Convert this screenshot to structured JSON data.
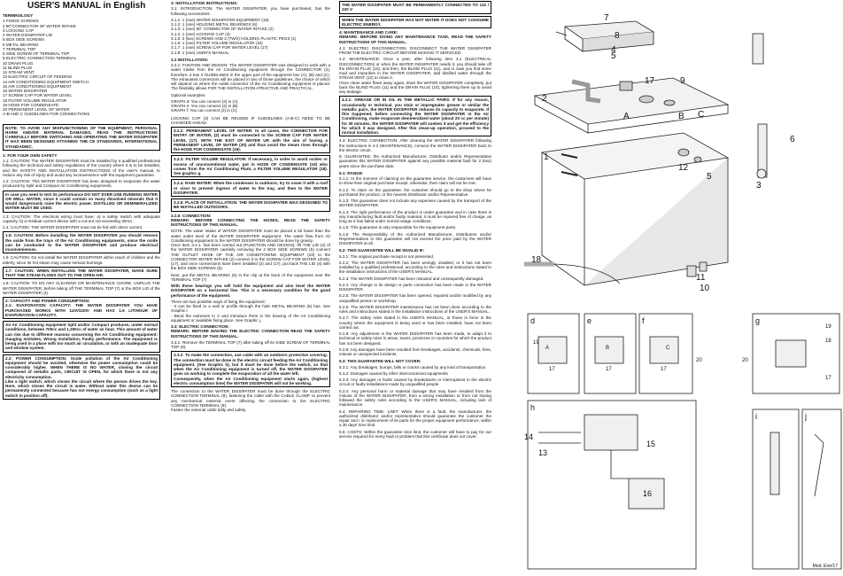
{
  "col1": {
    "title": "USER'S MANUAL in English",
    "terminology_heading": "TERMINOLOGY",
    "terms": [
      "1 FIXING SCREWS",
      "2 90°CONNECTOR OF WATER INTAKE",
      "3 LOCKING CAP",
      "4 WATER DISSIPATER LID",
      "5 BOX SIDE SCREWS",
      "6 METAL BEARING",
      "7 TERMINAL TOP",
      "8 SIDE SCREW OF TERMINAL TOP",
      "9 ELECTRIC CONNECTION TERMINAL",
      "10 DRAIN PLUG",
      "11 BLIND PLUG",
      "12 STEAM VENT",
      "13 ELECTRIC CIRCUIT OF FEEDING",
      "14 AIR CONDITIONING EQUIPMENT SWITCH",
      "15 AIR CONDITIONING EQUIPMENT",
      "16 WATER DISSIPATER",
      "17 SCREW CAP FOR WATER LEVEL",
      "18 FILTER VOLUME REGULATOR",
      "19 HOSE FOR CONDENSATE",
      "20 PERMANENT LEVEL OF WATER",
      "A-B AND C  GUIDELINES FOR CONNECTIONS"
    ],
    "notice": "NOTE: TO AVOID ANY MISFUNCTIONING OF THE EQUIPMENT, PERSONAL HARM AND/OR MATERIAL DAMAGES, READ THE INSTRUCTIONS CAREFULLY BEFORE SWITCHING AND OPERATING THE WATER DISSIPATER IT HAS BEEN DESIGNED ATTAINING THE CE STANDARDS, INTERNATIONAL STANDADIEC.",
    "safety_heading": "1: FOR YOUR OWN SAFETY",
    "s11": "1.1: CAUTION: The WATER DISSIPATER must be installed by a qualified professional following the technical and safety regulations of the country where it is to be installed, and the SAFETY AND INSTALLATION INSTRUCTIONS of the user's manual, to reduce any risk of injury and avoid any inconvenience with the equipment guarantee.",
    "s12": "1.2: CAUTION: This WATER DISSIPATER has been designed to evaporate the water produced by Split and Compact Air Conditioning equipments.",
    "box1": "In case you need to test its performance DO NOT EVER USE RUNNING WATER OR WELL WATER, since it could contain so many dissolved minerals that it would dangerously raise the electric power. DISTILLED OR DEMINERALIZED WATER MUST BE USED.",
    "s13": "1.3: CAUTION: The electrical wiring must have: a) a safety switch with adequate capacity, b) a residual current device with a cut-out not exceeding 30mA.",
    "s14": "1.4: CAUTION: THE WATER DISSIPATER must not be fed with direct current",
    "box15": "1.5: CAUTION: Before installing the WATER DISSIPATER you should remove the oxide from the trays of the Air Conditioning equipments, since the oxide can be conducted to the WATER DISSIPATER and produce electrical inconveniences.",
    "s16": "1.6: CAUTION: Do not install the WATER DISSIPATER within reach of children and the elderly, since its hot steam may cause serious burnings.",
    "box17": "1.7: CAUTION: WHEN INSTALLING THE WATER DISSIPATER, MAKE SURE THAT THE STEAM FLOWS OUT TO THE OPEN AIR.",
    "s18": "1.8: CAUTION: TO DO ANY CLEANING OR MAINTENANCE CHORE, UNPLUG THE WATER DISSIPATER, before taking off THE TERMINAL TOP (7) or the BOX LID of the WATER DISSIPATER (4).",
    "box2": "2: CAPACITY AND POWER CONSUMPTION:\n2.1: EVAPORATION CAPACITY: THE WATER DISSIPATER YOU HAVE PURCHASED WORKS WITH 110V/220V AND HAS 1.5 LIT/HOUR OF EVAPORATION CAPACITY.",
    "box21": "An Air Conditioning equipment Split and/or Compact produces, under normal conditions, between 700cc and 1,200cc of water an hour. This amount of water can rise due to different reasons concerning the Air Conditioning equipment: Gauging mistakes, Wrong installation, Faulty performance. The equipment is being used in a place with too much air circulation, or with an inadequate door and window system.",
    "box22": "2.2: POWER CONSUMPTION: Oxide pollution of the Air Conditioning equipment should be avoided; otherwise the power consumption could be considerably higher. WHEN THERE IS NO WATER, closing the circuit composed of metallic parts, CIRCUIT IS OPEN, for which there is not any electricity consumption.\nLike a light switch, which closes the circuit where the person drives the key. Here, which closes the circuit is water. Without water this device can be permanently connected because has not energy consumption (such as a light switch in position off)."
  },
  "col2": {
    "h3": "3: INSTALLATION INSTRUCTIONS:",
    "s31": "3.1: INTRODUCTION: The WATER DISSIPATER, you have purchased, has the following accessories:",
    "acc": [
      "3.1.1:   1 (one) WATER DISSIPATER EQUIPMENT (16)",
      "3.1.2:   1 (one) HOLDING METAL BEARINGS (6)",
      "3.1.3:   1 (one) 90° CONNECTOR OF WATER INTAKE (2)",
      "3.1.4:   1 (one) LOCKING CAP (3)",
      "3.1.5:   2 (two) SCREWS AND 2 (TWO) HOLDING PLASTIC PEGS (1)",
      "3.1.6:   1 (one) FILTER VOLUME REGULATOR (18)",
      "3.1.7:   1 (one) SCREW CAP FOR WATER LEVEL (17)",
      "3.1.8:   1 (one) USER'S MANUAL"
    ],
    "h32": "3.2 INSTALLATION:",
    "s321": "3.2.1: FUNTION AND DESIGN: The WATER DISSIPATER was designed to work with a water intake from the Air Conditioning equipment through the CONNECTOR (2), therefore, it has 3 GUIDELINES in the upper part of the equipment box (A), (B) and (C). The exhausted connectors will be placed in two of those guidelines, the choice of which will depend on where the outlet connector of the Air Conditioning equipment is placed. The flexibility allows FOR THE INSTALLATION ATRACTIVE AND PRACTICAL.",
    "opt": "Optional examples:",
    "graphs": [
      "GRAPH d: You can connect (2) in (A)",
      "GRAPH e: You can connect (2) in (B)",
      "GRAPH f: You can connect (2) in (C)"
    ],
    "lock": "LOCKING CAP (3) CAN BE REUSED IF GUIDELINES (A-B-C) NEED TO BE CHANGED AHEAD.",
    "box322": "3.2.2: PERMANENT LEVEL OF WATER: In all cases, the CONNECTOR FOR ENTRY OF WATER, (2) must be connected to the SCREW CAP FOR WATER LEVEL (17), WITH THE EXIT OF WATER UP, with the aim of having a PERMANENT LEVEL OF WATER (20) and thus avoid the steam rises through the HOSE FOR CONDENSATE (19).",
    "box323": "3.2.3: FILTER VOLUME REGULATOR: If necessary, in order to avoid oxides or excess of unconventional water, put in HOSE OF CONDENSATE (19) who comes from the Air Conditioning Plant, a FILTER VOLUME REGULATOR (18). See graphic g.",
    "box324": "3.2.4: RAIN WATER: When the condenser is outdoors, try to cover it with a roof or visor to prevent ingress of water to the tray, and then to the WATER DISSIPATER.",
    "box325": "3.2.5: PLACE OF INSTALLATION: THE WATER DISSIPATER WAS DESIGNED TO BE INSTALLED OUTDOORS.",
    "s326": "3.2.6: CONNECTION:\nREMARK: BEFORE CONNECTING THE HOSES, READ THE SAFETY INSTRUCTIONS OF THIS MANUAL.",
    "note": "NOTE: The water intake of WATER DISSIPATER must be placed a bit lower than the water outlet level of the WATER DISSIPATER equipment. The water flow from Air Conditioning equipment to the WATER DISSIPATER should be done by gravity.\nOnce item 3.2.1. has been carried out (FUNCTION AND DESIGN), lift THE LID (4) of the WATER DISSIPATER carefully removing the 2 BOX SIDE SCREWS (5) connect THE OUTLET HOSE OF THE AIR CONDITIONING EQUIPMENT (19) to the CONNECTOR WATER INTAKE (2) connect it to the SCREW CAP FOR WATER LEVEL (17), and once connections have been installed (2) and (17), put back THE LID (4) with the BOX SIDE SCREWS (5).",
    "next": "Next, put the METAL BEARING (6) in the clip at the back of the equipment over the TERMINAL TOP (7)",
    "bold_hold": "With these bearings you will hold the equipment and also level the WATER DISSIPATER on a horizontal line. This is a necessary condition for the good performance of the equipment.",
    "two": "There are two possible ways of fixing the equipment:\n- It can be fixed to a wall or profile through the hole METAL BEARING (6) has. See Graphic i.\n- Bend the extremes in V and introduce them in the bearing of the Air Conditioning equipment or available fixing place. See Graphic j.",
    "s33": "3.3: ELECTRIC CONNECTION:\nREMARK: BEFORE MAKING THE ELECTRIC CONNECTION READ THE SAFETY INSTRUCTIONS OF THIS MANUAL.",
    "s331": "3.3.1: Remove the TERMINAL TOP (7) after taking off its SIDE SCREW OF TERMINAL TOP (8).",
    "box332": "3.3.2: To make the connection, use cable with an outdoors protective covering. The connection must be done in the electric circuit feeding the Air Conditioning equipment. (See Graphic h), but it must be done before the switch, so that when the Air Conditioning equipment is turned off, the WATER DISSIPATER goes on working to complete the evaporation of all the water left.\nConsequently, when the Air Conditioning equipment starts again, (highest electric consumption time) the WATER DISSIPATER will not be working.",
    "end": "The connection to the WATER DISSIPATER must be done through the ELECTRIC CONNECTION TERMINAL (9), fastening the cable with the CABLE CLAMP, to prevent any mechanical external event affecting the connection to the ELECTRIC CONNECTION TERMINAL (9).\nFasten the external cable tidily and safely."
  },
  "col3": {
    "box_perm": "THE WATER DISSIPATER MUST BE PERMANENTLY CONNECTED TO 110 / 220 V",
    "box_when": "WHEN THE WATER DISSIPATER HAS NOT WATER IT DOES NOT CONSUME ELECTRIC ENERGY.",
    "h4": "4: MAINTENANCE AND CARE:\nREMARK: BEFORE DOING ANY MAINTENANCE TASK, READ THE SAFETY INSTRUCTIONS OF THIS MANUAL.",
    "s41": "4.1: ELECTRIC DISCONNECTION: DISCONNECT THE WATER DISSIPATER FROM THE ELECTRIC CIRCUIT BEFORE MAKING IT SERVICED.",
    "s42": "4.2: MAINTENANCE: Once a year, after following item 4.1 (ELECTRICAL DISCONNECTION) or when the WATER DISSIPATER needs it, you should take off the DRAIN PLUG (10), and then, the BLIND PLUG (11), and in case you find some mud and impurities in the WATER DISSIPATER, add distilled water through the STEAM VENT (12) to clean it.\nOnce clean water flows away again, drain the WATER DISSIPATER completely, put back the BLIND PLUG (11) and the DRAIN PLUG (10), tightening them up to avoid any leakage.",
    "box421": "4.2.1: GREASE OR IN OIL IN THE METALLIC PAIRS: If for any reason, occasionally or technical, you stain or impregnates grease or similar the metallic pairs, the WATER DISSIPATER reduces its capacity to evaporate. If this happened, before connecting the WATER DISSIPATER in the Air Conditioning, make evaporate demineralized water (about 20 cc per minute) for 30 minutes, the WATER DISSIPATER will sunken it and get the efficiency for which it was designed. After this clean-up operation, proceed to the normal installation.",
    "s43": "4.3: ELECTRIC CONNECTION: After cleaning the WATER DISSIPATER following the instructions in 4.2 (MAINTENANCE), connect the WATER DISSIPATER back to the electric circuit.",
    "s5": "5: GUARANTEE: the Authorized Manufacturer, Distributor and/or Representative guarantee this WATER DISSIPATER against any possible material fault for 2 (two) years since the purchase date.",
    "h51": "5.1: RANGE:",
    "r": [
      "5.1.1: At the moment of claiming on the guarantee service, the customers will have to show their original purchase receipt, otherwise, their claim will not be met.",
      "5.1.2: To claim on the guarantee, the customer should go to the shop where he purchased the product, or the nearest Distributor and/or Representative.",
      "5.1.3: This guarantee does not include any expenses caused by the transport of the WATER DISSIPATER.",
      "5.1.4: The right performance of the product is under guarantee and in case there is any manufacturing fault and/or faulty material, it must be repaired free of charge, as long as it has failed under normal usage conditions.",
      "5.1.5: This guarantee is only responsible for the equipment parts.",
      "5.1.6: The Responsibility of the Authorized Manufacturer, Distributors and/or Representatives in this guarantee will not exceed the price paid by the WATER DISSIPATER at all."
    ],
    "h52": "5.2: THIS GUARANTEE WILL BE INVALID IF:",
    "inv": [
      "5.2.1: The original purchase receipt is not presented.",
      "5.2.2: The WATER DISSIPATER has been wrongly installed, or it has not been installed by a qualified professional, according to the rules and instructions stated in the installation instructions of the USER'S MANUAL.",
      "5.2.3: The WATER DISSIPATER has been misused and consequently damaged.",
      "5.2.4: Any change in its design or parts connection has been made in the WATER DISSIPATER.",
      "5.2.5: The WATER DISSIPATER has been opened, repaired and/or modified by any unqualified person or workshop.",
      "5.2.6: The WATER DISSIPATER maintenance has not been done according to the rules and instructions stated in the Installation instructions of the USER'S MANUAL.",
      "5.2.7: The safety rules stated in the USER'S MANUAL, or those in force in the country where the equipment is being used or has been installed, have not been carried out.",
      "5.2.8: Any adjustment in the WATER DISSIPATER has been made, to adapt it to technical or safety rules in areas, towns, provinces or countries for which the product has not been designed.",
      "5.2.9: Any damages have been resulted from breakages, accidents, chemicals, fires, misuse or unexpected incidents."
    ],
    "h53": "5.3: THIS GUARANTEE WILL NOT COVER:",
    "nc": [
      "5.3.1: Any breakages, bumps, falls or cracks caused by any kind of transportation.",
      "5.3.2: Damages caused by other interconnected equipments",
      "5.3.3: Any damages or faults caused by breakdowns or interruptions in the electric circuit or faulty installations made by unqualified people",
      "5.3.4: Any personal harm or material damage that may have resulted from the misuse of the WATER DISSIPATER, from a wrong installation or from not having followed the safety rules according to the USER'S MANUAL, including lack of maintenance."
    ],
    "s54": "5.4: REPAIRING TIME- LIMIT: When there is a fault, the manufacturer, the authorized distributor and/or representative should guarantee the customer the repair and / or replacement of its parts for the proper equipment performance, within a 30 days' time limit.",
    "s55": "5.5: COSTS: Within the guarantee time limit, the customer will have to pay for our service required for every fault or problem that this certificate does not cover."
  },
  "figs": {
    "callouts": [
      "7",
      "8",
      "4",
      "5",
      "17",
      "9",
      "2",
      "A",
      "B",
      "C",
      "6",
      "1",
      "3",
      "12",
      "5",
      "18",
      "11",
      "10"
    ],
    "panels": [
      "d",
      "e",
      "f",
      "g",
      "h",
      "i",
      "j"
    ],
    "panel_nums": [
      "19",
      "A",
      "17",
      "B",
      "17",
      "C",
      "17",
      "20",
      "20",
      "19",
      "18",
      "17",
      "15",
      "14",
      "13",
      "16"
    ],
    "model": "Mod. Ene/17"
  }
}
